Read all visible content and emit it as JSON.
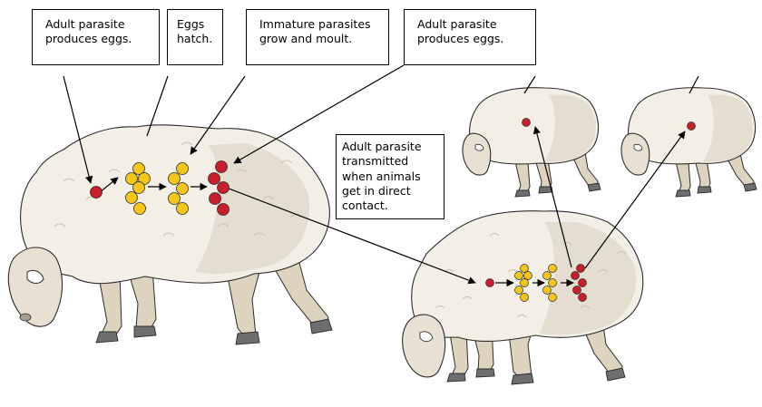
{
  "labels": {
    "adult_produces_eggs_left": "Adult parasite\nproduces eggs.",
    "eggs_hatch": "Eggs\nhatch.",
    "immature_grow_moult": "Immature parasites\ngrow and moult.",
    "adult_produces_eggs_right": "Adult parasite\nproduces eggs.",
    "transmission": "Adult parasite\ntransmitted\nwhen animals\nget in direct\ncontact."
  },
  "colors": {
    "adult_parasite": "#c8202a",
    "immature_parasite": "#f5c518",
    "outline": "#2c2c2c",
    "wool": "#f3efe6"
  },
  "icons": {
    "sheep": "sheep-illustration",
    "adult": "red-dot",
    "egg": "yellow-dot"
  }
}
